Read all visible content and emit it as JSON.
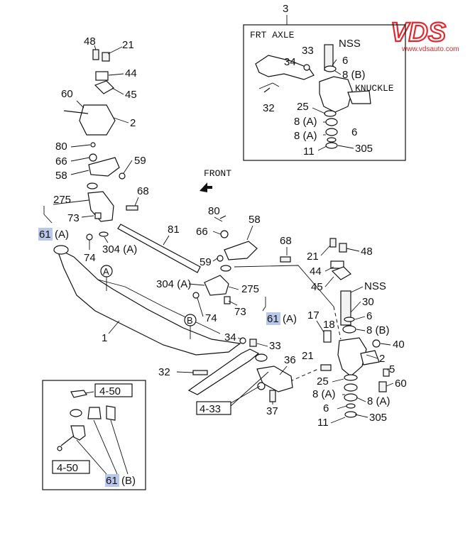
{
  "brand": {
    "logo_text": "VDS",
    "website": "www.vdsauto.com",
    "logo_color": "#e0282e"
  },
  "inset": {
    "ref": "3",
    "frt_axle": "FRT AXLE",
    "knuckle": "KNUCKLE",
    "nss": "NSS"
  },
  "front_label": "FRONT",
  "highlight_color": "#b9c8ea",
  "parts": {
    "p1": "1",
    "p2": "2",
    "p2b": "2",
    "p5": "5",
    "p6": "6",
    "p6b": "6",
    "p6c": "6",
    "p6d": "6",
    "p8a1": "8 (A)",
    "p8a2": "8 (A)",
    "p8a3": "8 (A)",
    "p8a4": "8 (A)",
    "p8b": "8 (B)",
    "p8b2": "8 (B)",
    "p11": "11",
    "p11b": "11",
    "p17": "17",
    "p18": "18",
    "p21": "21",
    "p21b": "21",
    "p21c": "21",
    "p25": "25",
    "p25b": "25",
    "p30": "30",
    "p32": "32",
    "p32b": "32",
    "p33": "33",
    "p33b": "33",
    "p34": "34",
    "p34b": "34",
    "p36": "36",
    "p37": "37",
    "p40": "40",
    "p44": "44",
    "p44b": "44",
    "p45": "45",
    "p45b": "45",
    "p48": "48",
    "p48b": "48",
    "p58": "58",
    "p58b": "58",
    "p59": "59",
    "p59b": "59",
    "p60": "60",
    "p60b": "60",
    "p66": "66",
    "p66b": "66",
    "p68": "68",
    "p68b": "68",
    "p73": "73",
    "p73b": "73",
    "p74": "74",
    "p74b": "74",
    "p80": "80",
    "p80b": "80",
    "p81": "81",
    "p275": "275",
    "p275b": "275",
    "p304a": "304 (A)",
    "p304b": "304 (A)",
    "p305": "305",
    "p305b": "305",
    "nss2": "NSS"
  },
  "refs": {
    "r61a_1": "61",
    "r61a_1_suffix": "(A)",
    "r61a_2": "61",
    "r61a_2_suffix": "(A)",
    "r61b": "61",
    "r61b_suffix": "(B)",
    "r4_33": "4-33",
    "r4_50a": "4-50",
    "r4_50b": "4-50"
  },
  "circle_marks": {
    "a": "A",
    "b": "B"
  }
}
